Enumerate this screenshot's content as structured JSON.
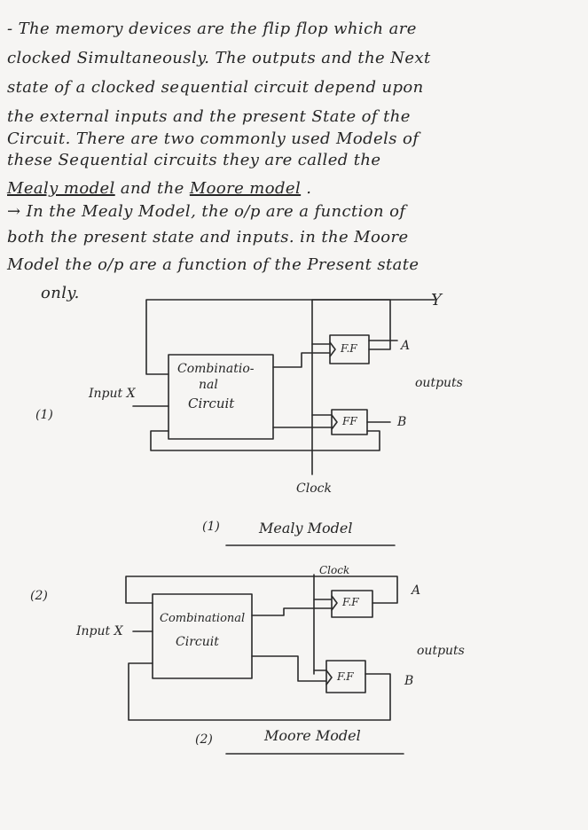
{
  "paragraph1": {
    "lines": [
      "- The memory devices are the flip flop which are",
      "clocked Simultaneously. The outputs and the Next",
      "state of a clocked sequential circuit depend upon",
      "the external inputs and the present State of the",
      "Circuit. There are two commonly used Models of",
      "these Sequential circuits they are called the"
    ],
    "last_line": {
      "mealy": "Mealy model",
      "and_the": "and the",
      "moore": "Moore model",
      "end": "."
    }
  },
  "paragraph2": {
    "lines": [
      "→ In the Mealy Model, the o/p are a function of",
      "both the present state and inputs. in the Moore",
      "Model the o/p are a function of the Present state",
      "only."
    ]
  },
  "mealy_diagram": {
    "index_label": "(1)",
    "input_label": "Input X",
    "box_line1": "Combinatio-",
    "box_line2": "nal",
    "box_line3": "Circuit",
    "ff_top": "F.F",
    "ff_bottom": "FF",
    "out_a": "A",
    "out_b": "B",
    "outputs_label": "outputs",
    "y_label": "Y",
    "clock_label": "Clock",
    "caption_index": "(1)",
    "caption": "Mealy Model"
  },
  "moore_diagram": {
    "index_label": "(2)",
    "input_label": "Input X",
    "box_line1": "Combinational",
    "box_line2": "Circuit",
    "ff_top": "F.F",
    "ff_bottom": "F.F",
    "out_a": "A",
    "out_b": "B",
    "outputs_label": "outputs",
    "clock_label": "Clock",
    "caption_index": "(2)",
    "caption": "Moore Model"
  }
}
